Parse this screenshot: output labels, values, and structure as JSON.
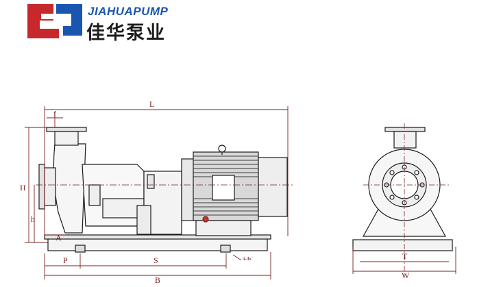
{
  "brand": {
    "name_en": "JIAHUAPUMP",
    "name_zh": "佳华泵业",
    "logo_colors": {
      "red": "#c6282b",
      "blue": "#1a56b0"
    }
  },
  "drawing": {
    "line_color": "#1a1a1a",
    "dim_color": "#7a1f1f",
    "side_view_labels": {
      "L": "L",
      "f": "f",
      "H": "H",
      "h": "h",
      "A": "A",
      "P": "P",
      "S": "S",
      "B": "B",
      "bolt": "4-Φc"
    },
    "end_view_labels": {
      "T": "T",
      "W": "W"
    }
  }
}
